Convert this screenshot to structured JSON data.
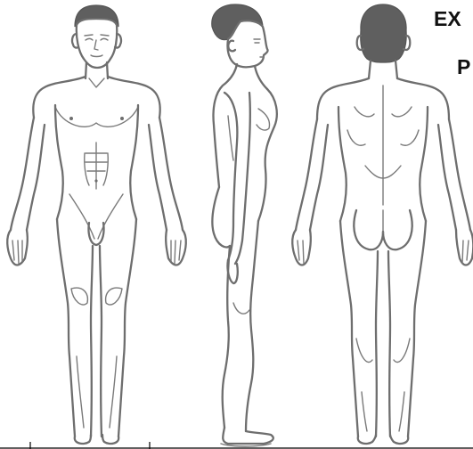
{
  "headings": {
    "line1": "EX",
    "line2": "P"
  },
  "figures": [
    {
      "view": "front",
      "icon": "human-body-front-icon"
    },
    {
      "view": "side",
      "icon": "human-body-side-icon"
    },
    {
      "view": "back",
      "icon": "human-body-back-icon"
    }
  ],
  "colors": {
    "outline": "#6e6e6e",
    "hair": "#5f5f5f",
    "background": "#ffffff",
    "text": "#111111"
  }
}
